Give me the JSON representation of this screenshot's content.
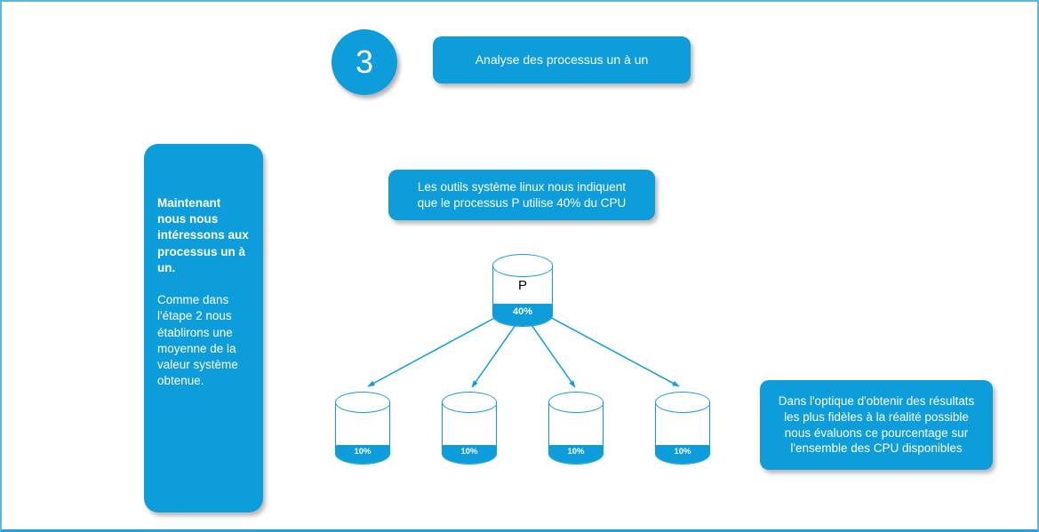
{
  "step": {
    "number": "3",
    "title": "Analyse des processus un à un"
  },
  "left_note": {
    "bold_text": "Maintenant nous nous intéressons aux processus un à un.",
    "body_text": "Comme dans l'étape 2 nous établirons une moyenne de la valeur système obtenue."
  },
  "center_note": {
    "text": "Les outils système linux nous indiquent que le processus P utilise 40% du CPU"
  },
  "right_note": {
    "text": "Dans l'optique d'obtenir des résultats les plus fidèles à la réalité possible nous évaluons ce pourcentage sur l'ensemble des CPU disponibles"
  },
  "process_cylinder": {
    "label": "P",
    "percent": "40%"
  },
  "cpu_cylinders": [
    {
      "percent": "10%"
    },
    {
      "percent": "10%"
    },
    {
      "percent": "10%"
    },
    {
      "percent": "10%"
    }
  ],
  "colors": {
    "accent": "#0d9ddb",
    "frame_border": "#5fb4e4"
  }
}
